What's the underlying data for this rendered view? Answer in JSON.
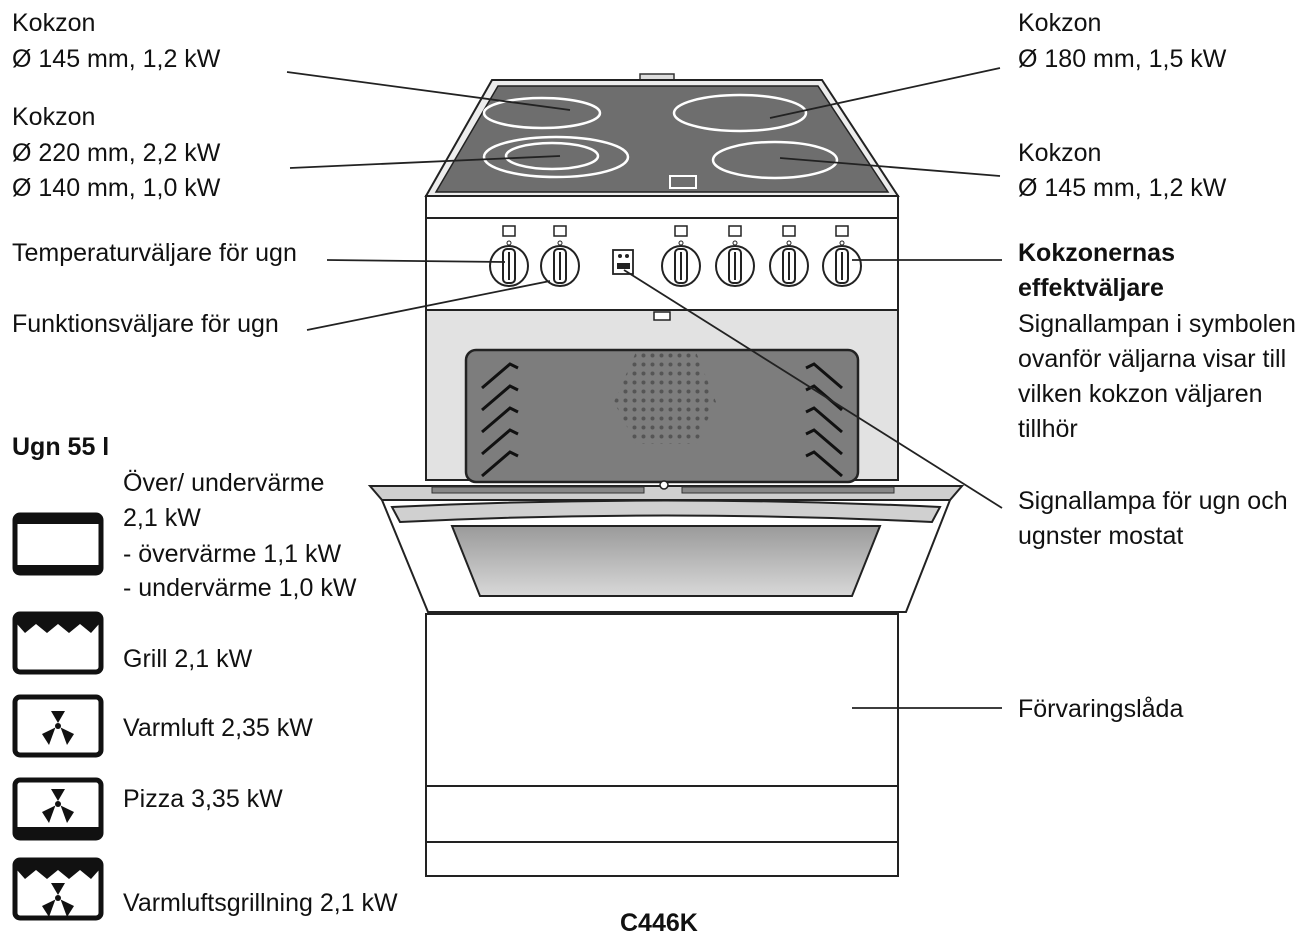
{
  "callouts": {
    "zone_top_left": {
      "title": "Kokzon",
      "spec": "Ø 145 mm, 1,2 kW"
    },
    "zone_top_right": {
      "title": "Kokzon",
      "spec": "Ø 180 mm, 1,5 kW"
    },
    "zone_bottom_left": {
      "title": "Kokzon",
      "spec1": "Ø 220 mm, 2,2 kW",
      "spec2": "Ø 140 mm, 1,0 kW"
    },
    "zone_bottom_right": {
      "title": "Kokzon",
      "spec": "Ø 145 mm, 1,2 kW"
    },
    "temp_selector": "Temperaturväljare för ugn",
    "function_selector": "Funktionsväljare för ugn",
    "zone_selectors": {
      "title1": "Kokzonernas",
      "title2": "effektväljare",
      "desc1": "Signallampan i symbolen",
      "desc2": "ovanför väljarna visar till",
      "desc3": "vilken kokzon väljaren",
      "desc4": "tillhör"
    },
    "signal_lamp": {
      "line1": "Signallampa för ugn och",
      "line2": "ugnster mostat"
    },
    "storage_drawer": "Förvaringslåda"
  },
  "oven": {
    "title": "Ugn 55 l",
    "functions": [
      {
        "icon": "top-bottom-heat-icon",
        "lines": [
          "Över/ undervärme",
          "2,1 kW",
          "- övervärme 1,1 kW",
          "- undervärme 1,0 kW"
        ]
      },
      {
        "icon": "grill-icon",
        "lines": [
          "Grill 2,1 kW"
        ]
      },
      {
        "icon": "fan-heat-icon",
        "lines": [
          "Varmluft 2,35 kW"
        ]
      },
      {
        "icon": "pizza-icon",
        "lines": [
          "Pizza 3,35 kW"
        ]
      },
      {
        "icon": "fan-grill-icon",
        "lines": [
          "Varmluftsgrillning 2,1 kW"
        ]
      }
    ]
  },
  "model": "C446K"
}
